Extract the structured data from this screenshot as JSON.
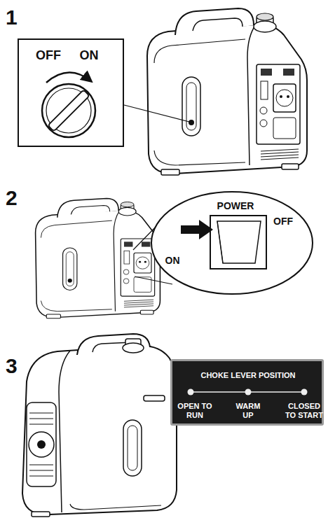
{
  "diagram": {
    "nodes": [
      {
        "text": [
          "OFF",
          "ON"
        ]
      },
      {
        "text": [
          "POWER",
          "ON",
          "OFF"
        ]
      },
      {
        "text": [
          "CHOKE LEVER POSITION",
          "OPEN TO RUN",
          "WARM UP",
          "CLOSED TO START"
        ]
      }
    ],
    "labels": [
      "1",
      "2",
      "3"
    ]
  }
}
